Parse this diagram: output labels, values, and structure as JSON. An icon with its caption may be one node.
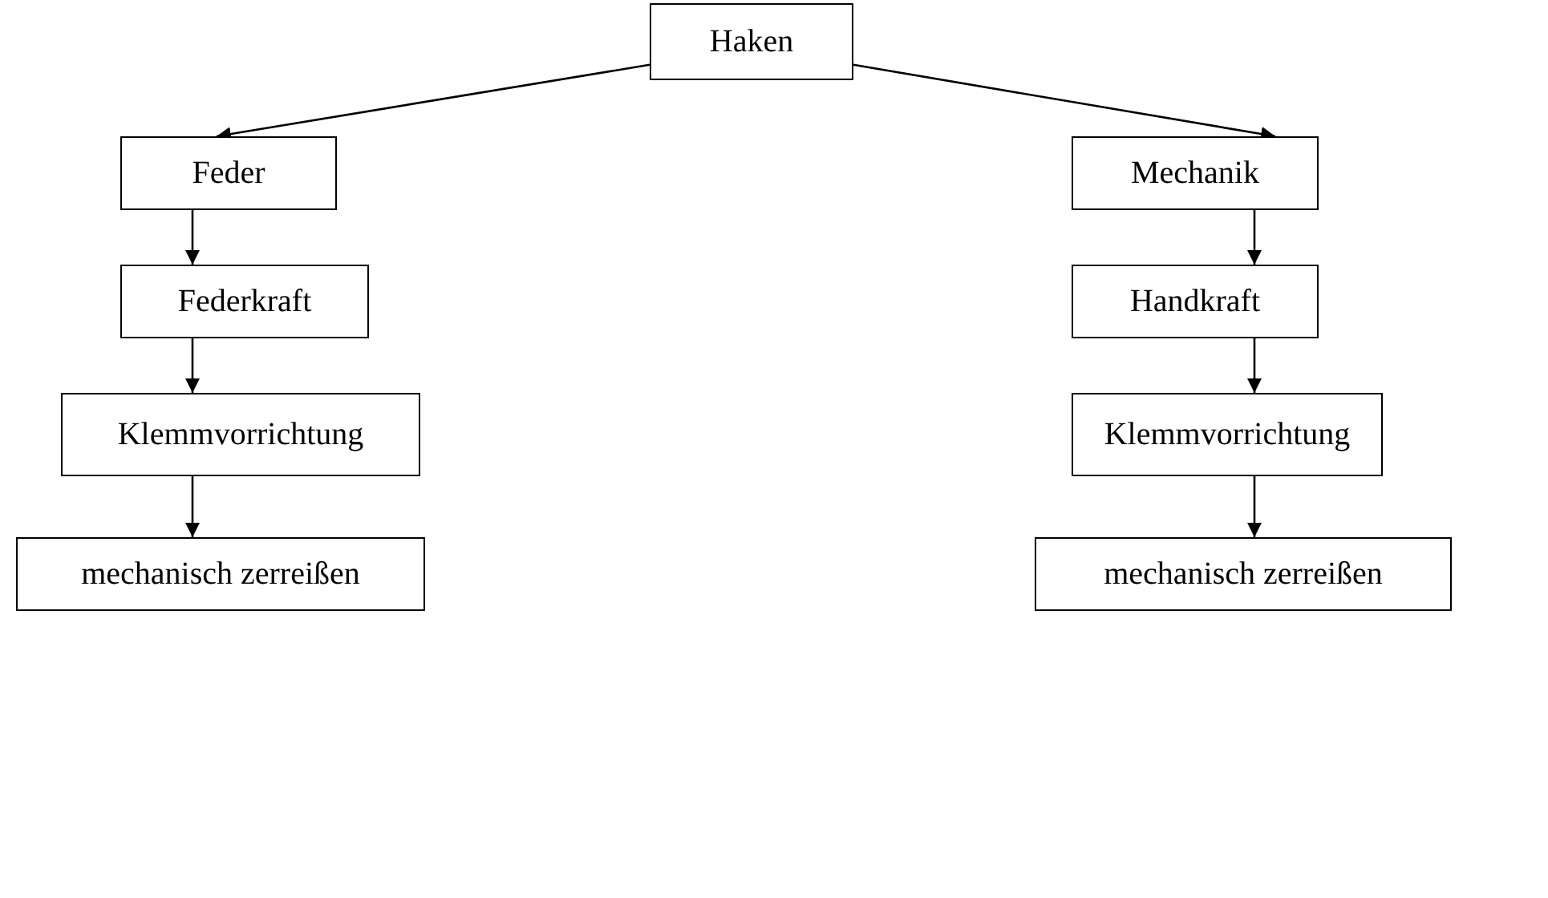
{
  "diagram": {
    "nodes": [
      {
        "text": [
          "Haken"
        ]
      },
      {
        "text": [
          "Feder"
        ]
      },
      {
        "text": [
          "Federkraft"
        ]
      },
      {
        "text": [
          "Klemmvorrichtung"
        ]
      },
      {
        "text": [
          "mechanisch zerreißen"
        ]
      },
      {
        "text": [
          "Mechanik"
        ]
      },
      {
        "text": [
          "Handkraft"
        ]
      },
      {
        "text": [
          "Klemmvorrichtung"
        ]
      },
      {
        "text": [
          "mechanisch zerreißen"
        ]
      }
    ],
    "edges": [
      {
        "from": 0,
        "to": 1,
        "arrow": "to"
      },
      {
        "from": 1,
        "to": 2,
        "arrow": "to"
      },
      {
        "from": 2,
        "to": 3,
        "arrow": "to"
      },
      {
        "from": 3,
        "to": 4,
        "arrow": "to"
      },
      {
        "from": 0,
        "to": 5,
        "arrow": "to"
      },
      {
        "from": 5,
        "to": 6,
        "arrow": "to"
      },
      {
        "from": 6,
        "to": 7,
        "arrow": "to"
      },
      {
        "from": 7,
        "to": 8,
        "arrow": "to"
      }
    ]
  }
}
